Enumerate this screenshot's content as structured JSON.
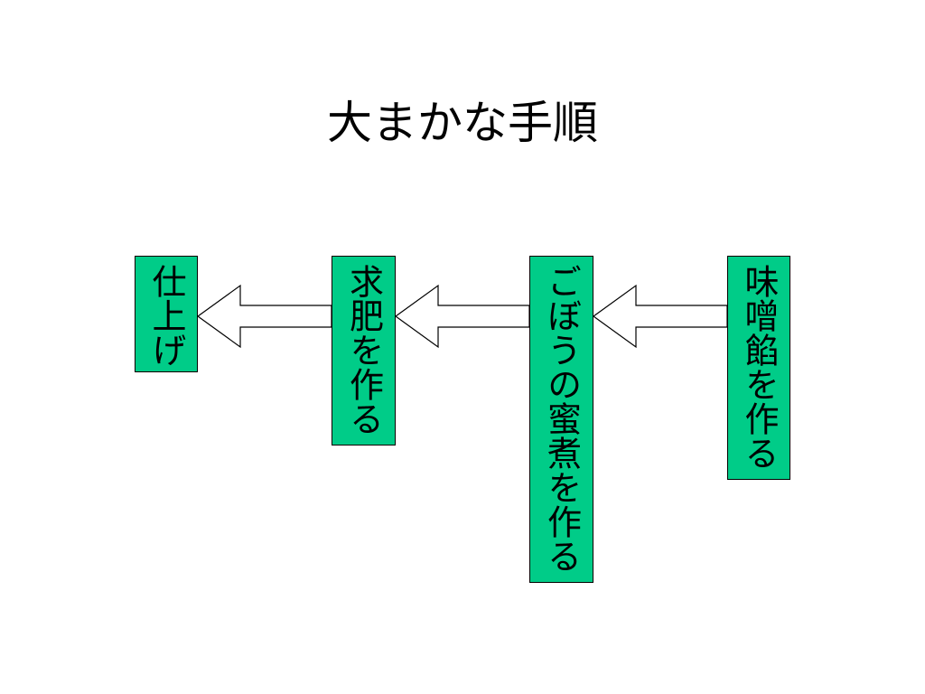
{
  "title": "大まかな手順",
  "colors": {
    "box_fill": "#00CC88",
    "box_border": "#000000",
    "arrow_fill": "#FFFFFF",
    "arrow_stroke": "#000000"
  },
  "steps": [
    {
      "id": "finish",
      "label": "仕上げ"
    },
    {
      "id": "kyuhi",
      "label": "求肥を作る"
    },
    {
      "id": "gobo",
      "label": "ごぼうの蜜煮を作る"
    },
    {
      "id": "misoan",
      "label": "味噌餡を作る"
    }
  ],
  "arrows": [
    {
      "from": "misoan",
      "to": "gobo",
      "icon": "left-arrow-icon"
    },
    {
      "from": "gobo",
      "to": "kyuhi",
      "icon": "left-arrow-icon"
    },
    {
      "from": "kyuhi",
      "to": "finish",
      "icon": "left-arrow-icon"
    }
  ]
}
